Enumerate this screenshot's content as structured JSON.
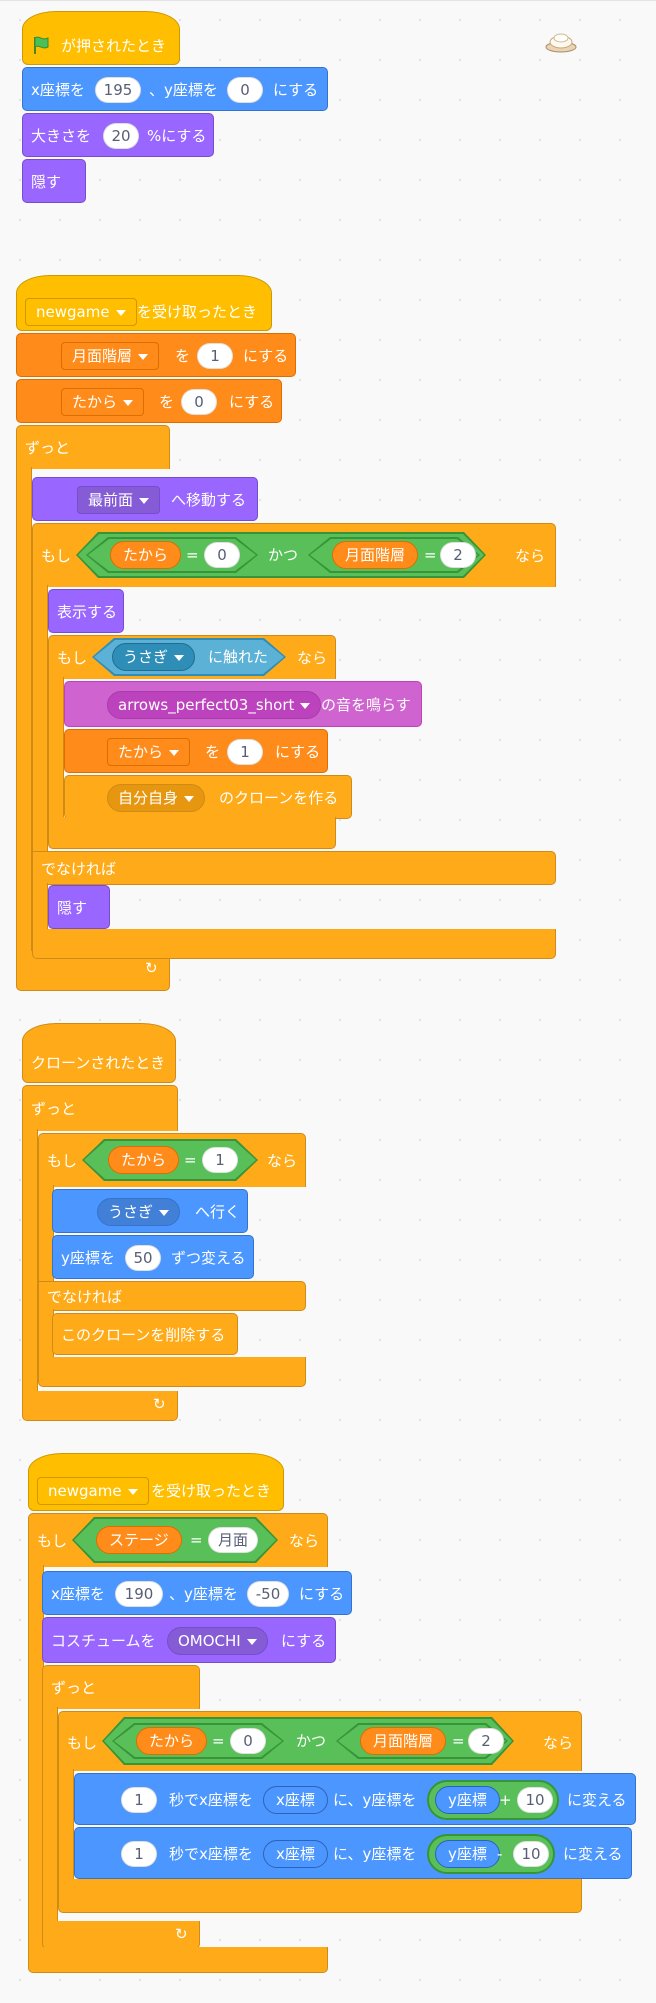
{
  "sprite_icon": "rice-cake-icon",
  "script1": {
    "hat_label": "が押されたとき",
    "flag_icon": "green-flag-icon",
    "goto": {
      "pre": "x座標を",
      "x": "195",
      "mid": "、y座標を",
      "y": "0",
      "post": "にする"
    },
    "size": {
      "pre": "大きさを",
      "value": "20",
      "post": "%にする"
    },
    "hide": "隠す"
  },
  "script2": {
    "hat_msg": "newgame",
    "hat_label": "を受け取ったとき",
    "set1": {
      "var": "月面階層",
      "mid": "を",
      "value": "1",
      "post": "にする"
    },
    "set2": {
      "var": "たから",
      "mid": "を",
      "value": "0",
      "post": "にする"
    },
    "forever": "ずっと",
    "front": {
      "menu": "最前面",
      "post": "へ移動する"
    },
    "if": {
      "pre": "もし",
      "var1": "たから",
      "eq1": "=",
      "val1": "0",
      "and": "かつ",
      "var2": "月面階層",
      "eq2": "=",
      "val2": "2",
      "post": "なら"
    },
    "show": "表示する",
    "if2": {
      "pre": "もし",
      "menu": "うさぎ",
      "touch": "に触れた",
      "post": "なら"
    },
    "sound": {
      "menu": "arrows_perfect03_short",
      "post": "の音を鳴らす"
    },
    "set3": {
      "var": "たから",
      "mid": "を",
      "value": "1",
      "post": "にする"
    },
    "clone": {
      "menu": "自分自身",
      "post": "のクローンを作る"
    },
    "else": "でなければ",
    "hide": "隠す"
  },
  "script3": {
    "hat_label": "クローンされたとき",
    "forever": "ずっと",
    "if": {
      "pre": "もし",
      "var": "たから",
      "eq": "=",
      "val": "1",
      "post": "なら"
    },
    "goto": {
      "menu": "うさぎ",
      "post": "へ行く"
    },
    "changey": {
      "pre": "y座標を",
      "value": "50",
      "post": "ずつ変える"
    },
    "else": "でなければ",
    "delete": "このクローンを削除する"
  },
  "script4": {
    "hat_msg": "newgame",
    "hat_label": "を受け取ったとき",
    "if": {
      "pre": "もし",
      "var": "ステージ",
      "eq": "=",
      "val": "月面",
      "post": "なら"
    },
    "goto": {
      "pre": "x座標を",
      "x": "190",
      "mid": "、y座標を",
      "y": "-50",
      "post": "にする"
    },
    "costume": {
      "pre": "コスチュームを",
      "menu": "OMOCHI",
      "post": "にする"
    },
    "forever": "ずっと",
    "if2": {
      "pre": "もし",
      "var1": "たから",
      "eq1": "=",
      "val1": "0",
      "and": "かつ",
      "var2": "月面階層",
      "eq2": "=",
      "val2": "2",
      "post": "なら"
    },
    "glide1": {
      "secs": "1",
      "a": "秒でx座標を",
      "x": "x座標",
      "b": "に、y座標を",
      "y": "y座標",
      "op": "+",
      "n": "10",
      "post": "に変える"
    },
    "glide2": {
      "secs": "1",
      "a": "秒でx座標を",
      "x": "x座標",
      "b": "に、y座標を",
      "y": "y座標",
      "op": "-",
      "n": "10",
      "post": "に変える"
    }
  }
}
